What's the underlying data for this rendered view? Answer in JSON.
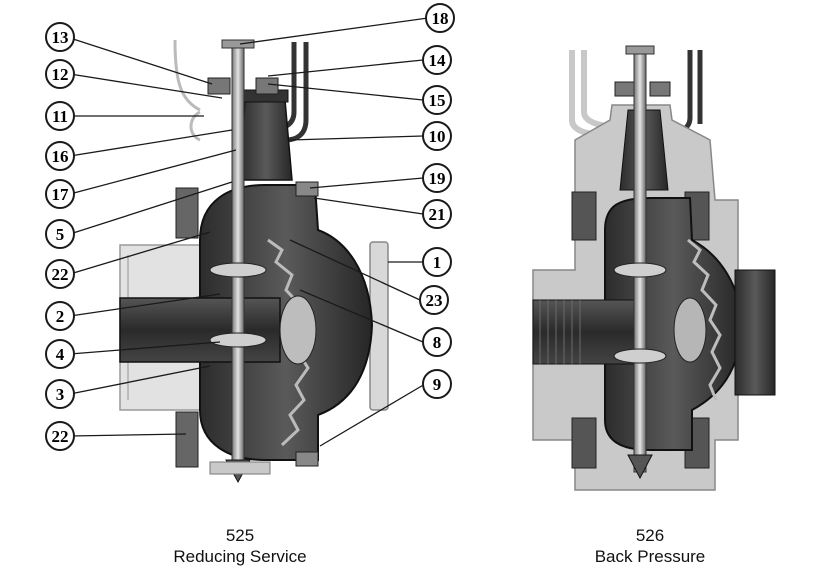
{
  "figures": [
    {
      "number": "525",
      "title": "Reducing Service"
    },
    {
      "number": "526",
      "title": "Back Pressure"
    }
  ],
  "callouts": [
    "18",
    "13",
    "14",
    "12",
    "15",
    "11",
    "10",
    "16",
    "17",
    "19",
    "5",
    "21",
    "22",
    "1",
    "23",
    "2",
    "8",
    "4",
    "9",
    "3",
    "22"
  ],
  "colors": {
    "ink": "#1a1a1a",
    "metal": "#3a3a3a",
    "light_metal": "#9a9a9a",
    "background": "#ffffff"
  }
}
